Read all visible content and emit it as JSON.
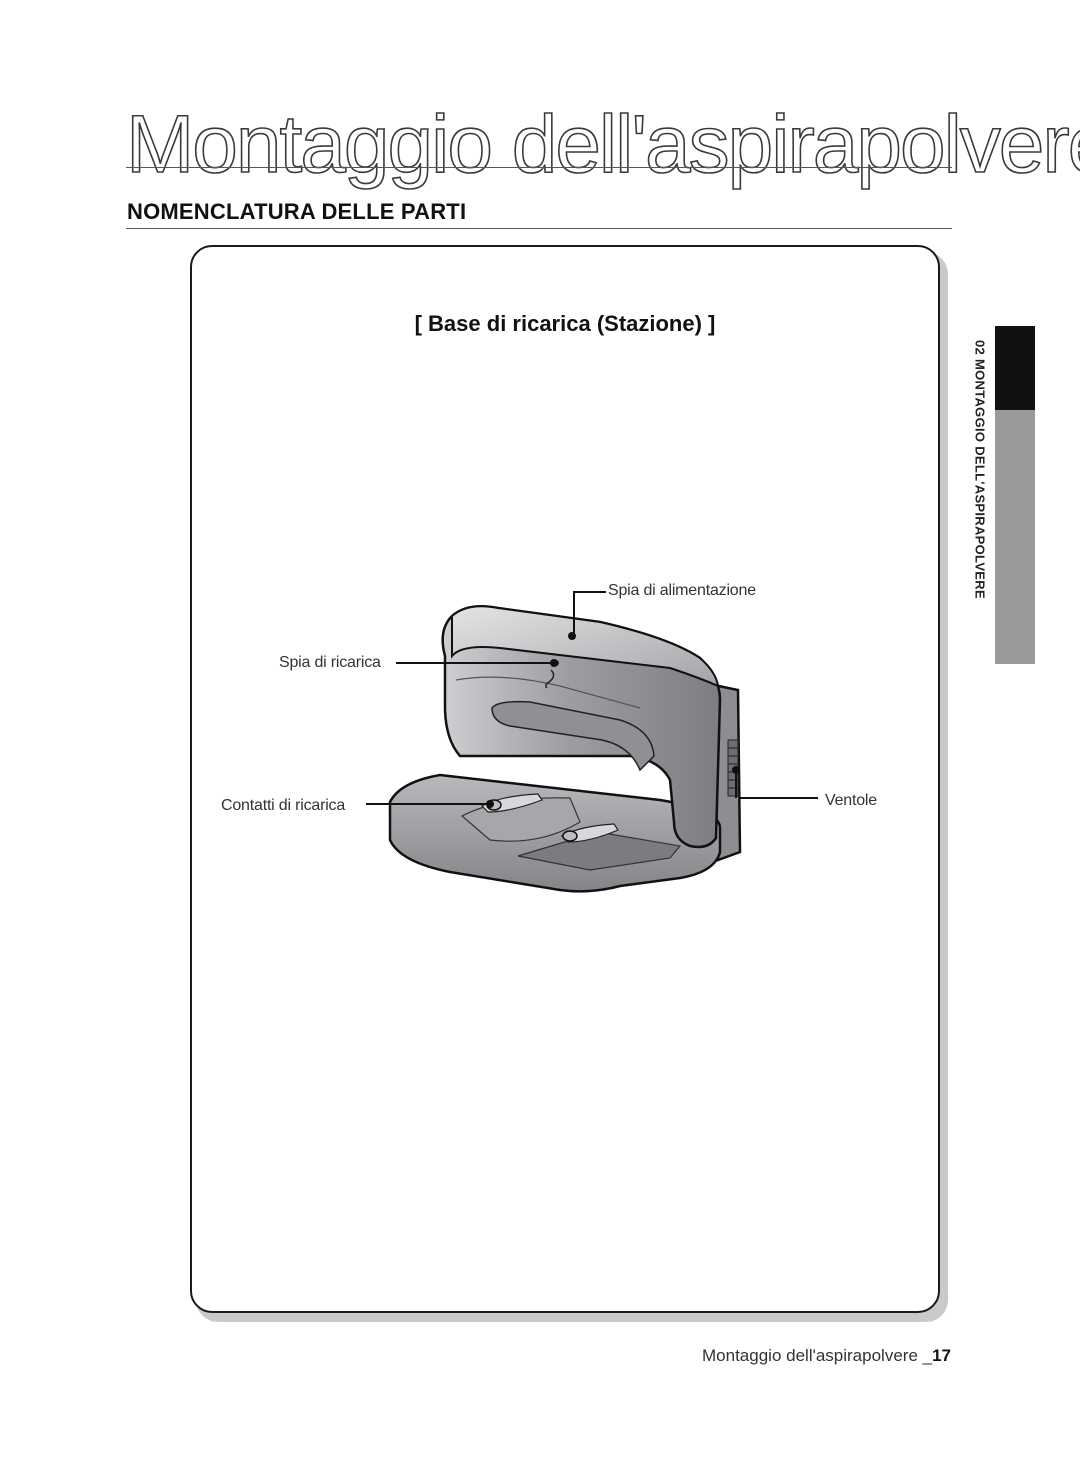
{
  "page": {
    "title": "Montaggio dell'aspirapolvere",
    "section_heading": "NOMENCLATURA DELLE PARTI",
    "side_tab": "02  MONTAGGIO DELL'ASPIRAPOLVERE"
  },
  "panel": {
    "title": "[ Base di ricarica (Stazione) ]",
    "diagram_icon": "charging-station-illustration",
    "callouts": {
      "power_light": "Spia di alimentazione",
      "charge_light": "Spia di ricarica",
      "charging_contacts": "Contatti di ricarica",
      "fans": "Ventole"
    }
  },
  "footer": {
    "text": "Montaggio dell'aspirapolvere _",
    "page_number": "17"
  }
}
